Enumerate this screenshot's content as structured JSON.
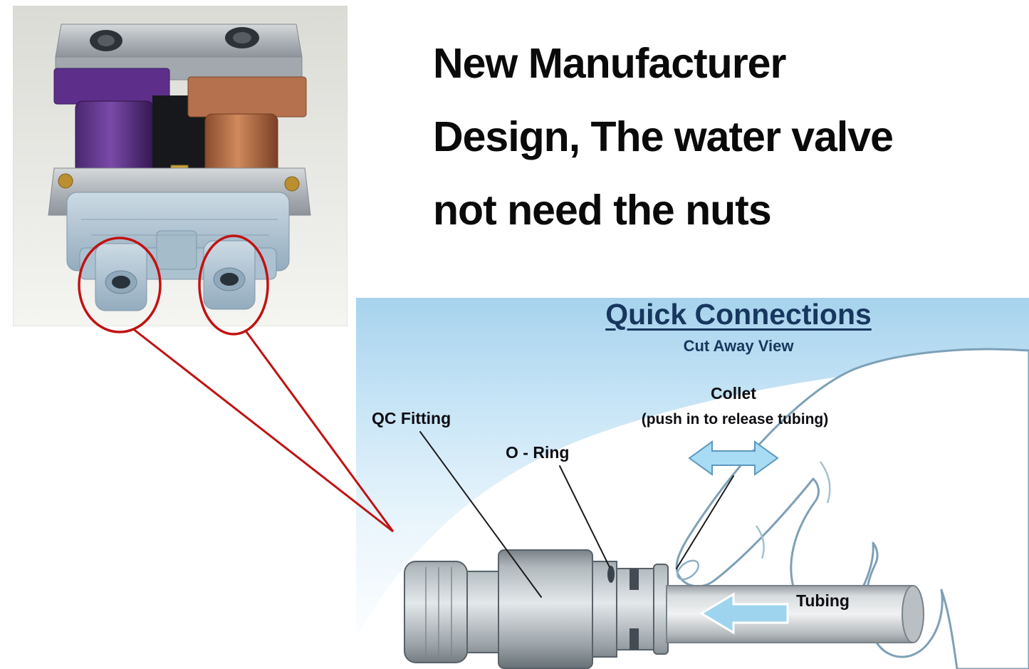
{
  "headline": {
    "line1": "New Manufacturer",
    "line2": "Design, The water valve",
    "line3": "not need the nuts"
  },
  "diagram": {
    "title": "Quick Connections",
    "subtitle": "Cut Away View",
    "labels": {
      "qc_fitting": "QC Fitting",
      "o_ring": "O - Ring",
      "collet": "Collet",
      "collet_note": "(push in to release tubing)",
      "tubing": "Tubing"
    },
    "colors": {
      "title_navy": "#17375e",
      "background_blue": "#a7d3ed",
      "arrow_blue": "#9fd4ef"
    }
  },
  "photo": {
    "annotation_color": "#c11212"
  }
}
